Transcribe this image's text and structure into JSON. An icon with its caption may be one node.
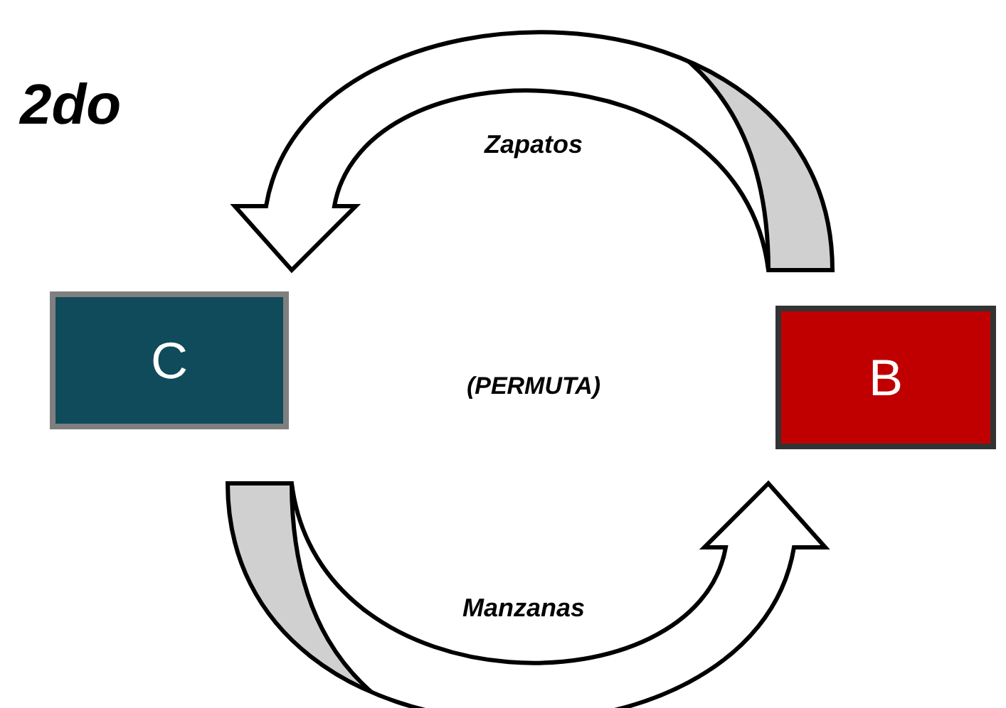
{
  "diagram": {
    "title": "2do",
    "nodes": [
      {
        "text": [
          "C"
        ]
      },
      {
        "text": [
          "B"
        ]
      }
    ],
    "edges": [
      {
        "from": 1,
        "to": 0,
        "arrow": "to",
        "label": "Zapatos"
      },
      {
        "from": 0,
        "to": 1,
        "arrow": "to",
        "label": "Manzanas"
      }
    ],
    "labels": [
      "(PERMUTA)"
    ]
  }
}
